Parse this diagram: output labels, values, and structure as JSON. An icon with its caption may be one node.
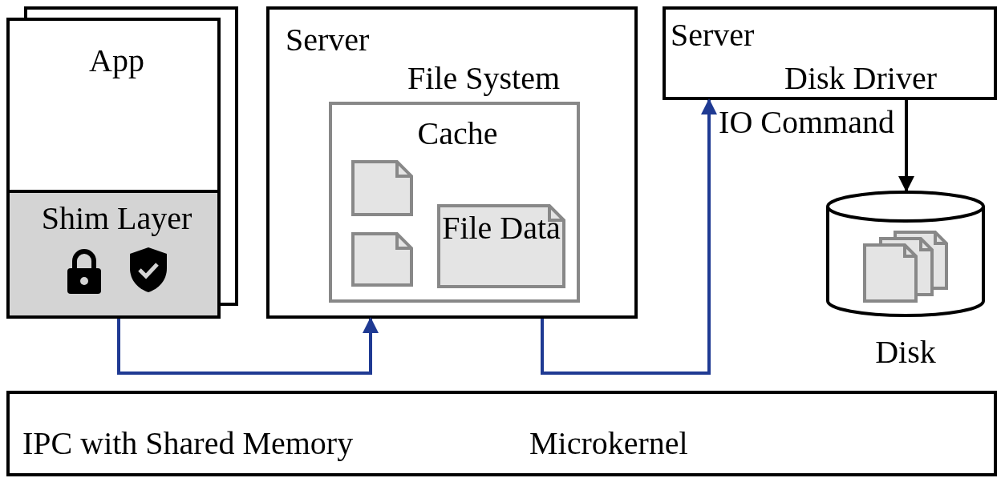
{
  "diagram": {
    "nodes": [
      {
        "text": [
          "App"
        ]
      },
      {
        "text": [
          "Shim Layer"
        ],
        "in": 0
      },
      {
        "text": [
          "Server",
          "File System"
        ]
      },
      {
        "text": [
          "Cache"
        ],
        "in": 2
      },
      {
        "text": [],
        "shape": "document",
        "in": 3
      },
      {
        "text": [],
        "shape": "document",
        "in": 3
      },
      {
        "text": [
          "File Data"
        ],
        "in": 3
      },
      {
        "text": [
          "Server",
          "Disk Driver"
        ]
      },
      {
        "text": [
          "Disk"
        ]
      },
      {
        "text": [
          "IPC with Shared Memory",
          "Microkernel"
        ]
      }
    ],
    "edges": [
      {
        "from": 1,
        "to": 2,
        "arrow": "to"
      },
      {
        "from": 2,
        "to": 7,
        "arrow": "to"
      },
      {
        "from": 7,
        "to": 8,
        "arrow": "to",
        "label": "IO Command",
        "color": "#000000"
      }
    ]
  }
}
